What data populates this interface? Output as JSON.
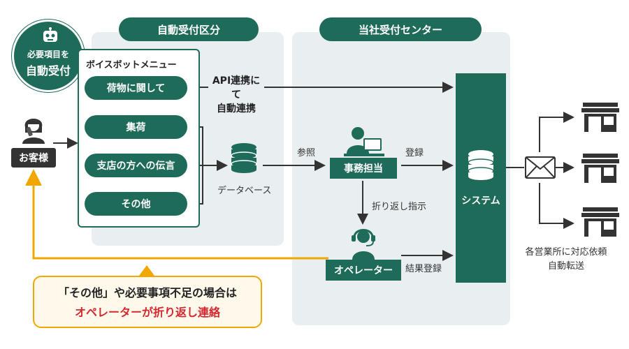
{
  "sections": {
    "auto": "自動受付区分",
    "center": "当社受付センター"
  },
  "robot_badge": {
    "line1": "必要項目を",
    "line2": "自動受付",
    "icon": "robot-icon"
  },
  "voicebot_menu": {
    "title": "ボイスボットメニュー",
    "items": [
      "荷物に関して",
      "集荷",
      "支店の方への伝言",
      "その他"
    ]
  },
  "customer": {
    "label": "お客様",
    "icon": "customer-phone-icon"
  },
  "api_link": {
    "line1": "API連携にて",
    "line2": "自動連携"
  },
  "database": {
    "label": "データベース",
    "icon": "database-icon"
  },
  "reference": "参照",
  "office_staff": {
    "label": "事務担当",
    "icon": "office-staff-icon"
  },
  "registration": "登録",
  "callback_instruction": "折り返し指示",
  "operator": {
    "label": "オペレーター",
    "icon": "operator-headset-icon"
  },
  "result_registration": "結果登録",
  "system": {
    "label": "システム",
    "icon": "database-icon"
  },
  "mail_icon": "envelope-icon",
  "branches": {
    "icon": "branch-office-icon",
    "line1": "各営業所に対応依頼",
    "line2": "自動転送"
  },
  "note": {
    "line1": "「その他」や必要事項不足の場合は",
    "line2": "オペレーターが折り返し連絡"
  },
  "colors": {
    "green": "#1f6b5a",
    "panel": "#e9eef0",
    "orange": "#f0a800",
    "red": "#d4282f",
    "dark": "#333333"
  }
}
